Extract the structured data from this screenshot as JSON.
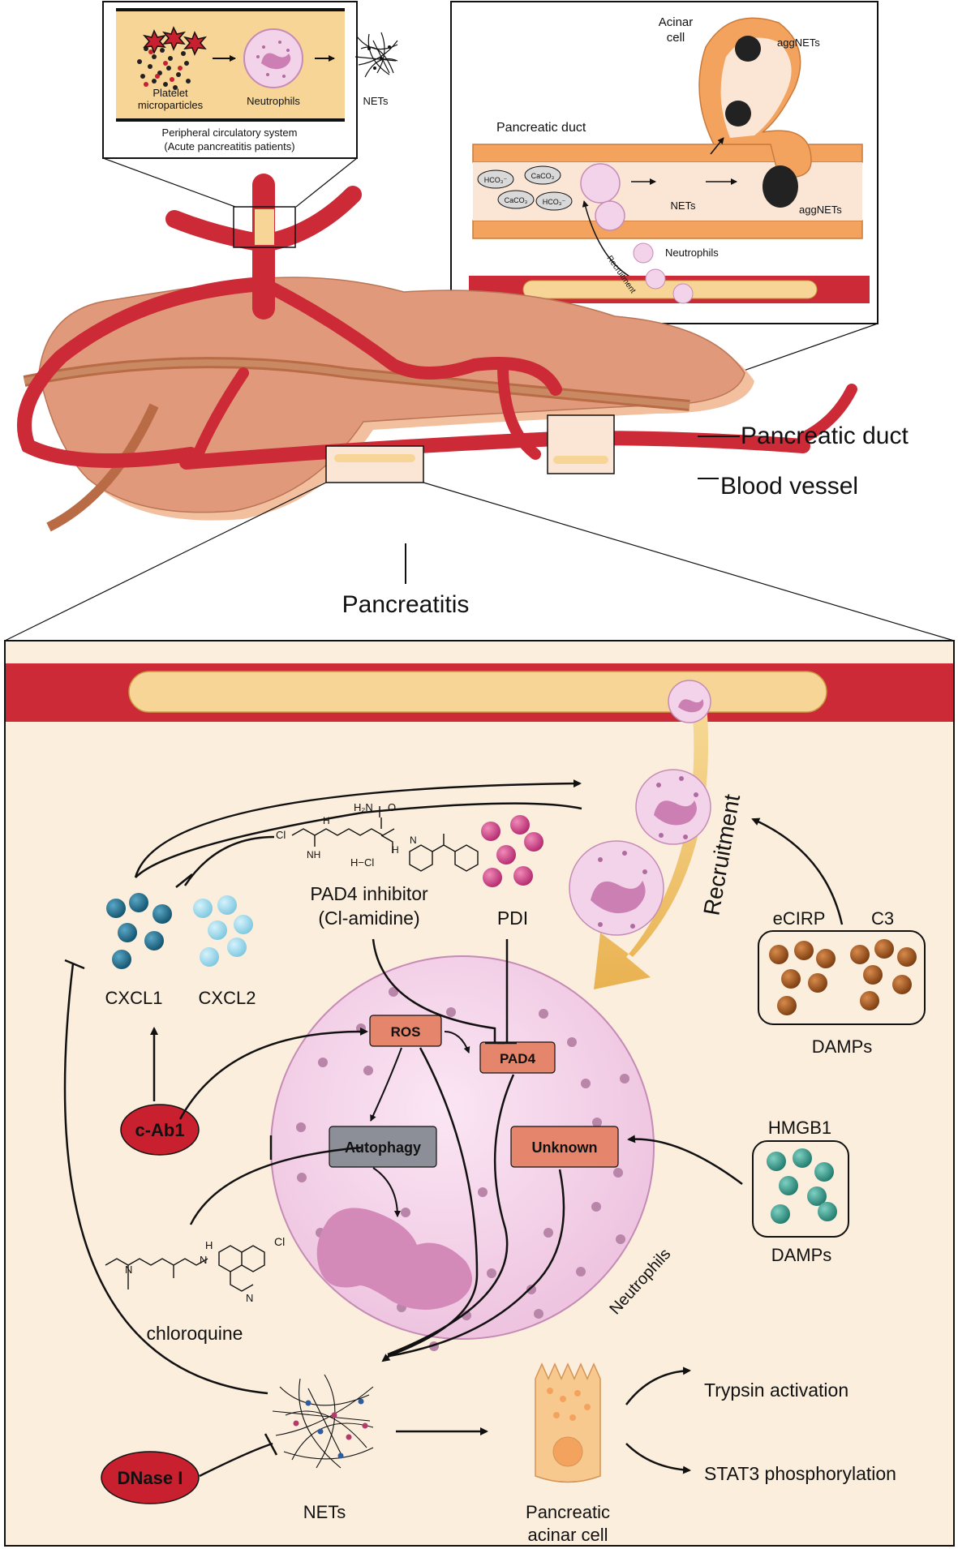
{
  "top_left_inset": {
    "platelet_label_1": "Platelet",
    "platelet_label_2": "microparticles",
    "neutrophils_label": "Neutrophils",
    "nets_label": "NETs",
    "caption_1": "Peripheral circulatory system",
    "caption_2": "(Acute pancreatitis patients)"
  },
  "top_right_inset": {
    "acinar_label_1": "Acinar",
    "acinar_label_2": "cell",
    "aggnets_label_top": "aggNETs",
    "aggnets_label_bottom": "aggNETs",
    "duct_label": "Pancreatic duct",
    "nets_label": "NETs",
    "neutrophils_label": "Neutrophils",
    "recruitment_label": "Recruitment",
    "ions": [
      "HCO₃⁻",
      "CaCO₃",
      "CaCO₃",
      "HCO₃⁻"
    ]
  },
  "organ": {
    "pancreatic_duct_label": "Pancreatic duct",
    "blood_vessel_label": "Blood vessel",
    "pancreatitis_label": "Pancreatitis"
  },
  "mechanism": {
    "recruitment_label": "Recruitment",
    "pad4_inhibitor_label_1": "PAD4 inhibitor",
    "pad4_inhibitor_label_2": "(Cl-amidine)",
    "chem_h2n": "H₂N",
    "chem_o": "O",
    "chem_cl": "Cl",
    "chem_nh_a": "H",
    "chem_nh_b": "H",
    "chem_n": "N",
    "chem_nh_imine": "NH",
    "chem_hcl": "H−Cl",
    "pdi_label": "PDI",
    "cxcl1_label": "CXCL1",
    "cxcl2_label": "CXCL2",
    "ecirp_label": "eCIRP",
    "c3_label": "C3",
    "damps_label_1": "DAMPs",
    "hmgb1_label": "HMGB1",
    "damps_label_2": "DAMPs",
    "ros_label": "ROS",
    "pad4_label": "PAD4",
    "autophagy_label": "Autophagy",
    "unknown_label": "Unknown",
    "cabl_label": "c-Ab1",
    "dnase_label": "DNase I",
    "chloroquine_label": "chloroquine",
    "chloroquine_cl": "Cl",
    "chloroquine_n1": "N",
    "chloroquine_nh": "H",
    "chloroquine_n2": "N",
    "chloroquine_n3": "N",
    "neutrophils_label": "Neutrophils",
    "nets_label": "NETs",
    "acinar_label_1": "Pancreatic",
    "acinar_label_2": "acinar cell",
    "trypsin_label": "Trypsin activation",
    "stat3_label": "STAT3 phosphorylation"
  },
  "colors": {
    "blood_red": "#cc2a36",
    "plasma": "#f5d48d",
    "pancreas": "#e0997a",
    "pancreas_shadow": "#f2c09f",
    "duct": "#b86b45",
    "panel_bg": "#fbeedd",
    "neutrophil": "#f2d3ea",
    "nucleus": "#cc7fb3",
    "box_orange": "#e5856b",
    "box_gray": "#8d8f98",
    "red_oval": "#c8202e",
    "cxcl1": "#1f6f8f",
    "cxcl2": "#8fd3ea",
    "pdi": "#d4408a",
    "damps_brown": "#a65a1e",
    "hmgb1": "#2f9a8a"
  }
}
